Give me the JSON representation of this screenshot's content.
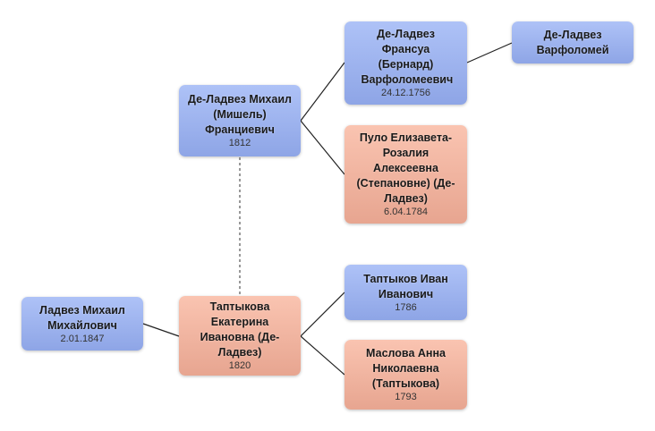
{
  "people": {
    "ladvez_mikhail": {
      "name": "Ладвез Михаил Михайлович",
      "date": "2.01.1847"
    },
    "taptykova_ekaterina": {
      "name": "Таптыкова Екатерина Ивановна (Де-Ладвез)",
      "date": "1820"
    },
    "deladvez_mikhail": {
      "name": "Де-Ладвез Михаил (Мишель) Франциевич",
      "date": "1812"
    },
    "deladvez_fransua": {
      "name": "Де-Ладвез Франсуа (Бернард) Варфоломеевич",
      "date": "24.12.1756"
    },
    "deladvez_varfolomey": {
      "name": "Де-Ладвез Варфоломей"
    },
    "pulo_elizaveta": {
      "name": "Пуло Елизавета-Розалия Алексеевна (Степановне) (Де-Ладвез)",
      "date": "6.04.1784"
    },
    "taptykov_ivan": {
      "name": "Таптыков Иван Иванович",
      "date": "1786"
    },
    "maslova_anna": {
      "name": "Маслова Анна Николаевна (Таптыкова)",
      "date": "1793"
    }
  },
  "colors": {
    "male": "#9fb4ef",
    "female": "#f2b49f",
    "line": "#222222"
  }
}
